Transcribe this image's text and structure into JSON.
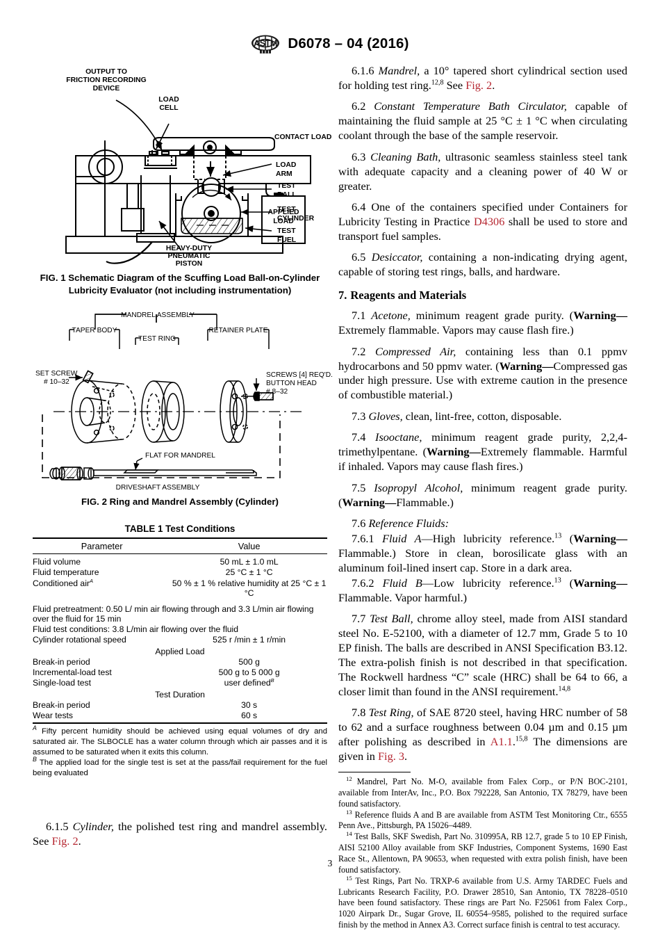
{
  "header": {
    "logo_alt": "ASTM International logo",
    "designation": "D6078 – 04 (2016)"
  },
  "page_number": "3",
  "figure1": {
    "caption_line1": "FIG. 1 Schematic Diagram of the Scuffing Load Ball-on-Cylinder",
    "caption_line2": "Lubricity Evaluator (not including instrumentation)",
    "labels": {
      "output": "OUTPUT TO\nFRICTION RECORDING\nDEVICE",
      "output_l1": "OUTPUT TO",
      "output_l2": "FRICTION RECORDING",
      "output_l3": "DEVICE",
      "load_cell_l1": "LOAD",
      "load_cell_l2": "CELL",
      "contact_load": "CONTACT LOAD",
      "load_arm_l1": "LOAD",
      "load_arm_l2": "ARM",
      "test_ball_l1": "TEST",
      "test_ball_l2": "BALL",
      "test_cylinder_l1": "TEST",
      "test_cylinder_l2": "CYLINDER",
      "applied_load_l1": "APPLIED",
      "applied_load_l2": "LOAD",
      "test_fuel_l1": "TEST",
      "test_fuel_l2": "FUEL",
      "piston_l1": "HEAVY-DUTY",
      "piston_l2": "PNEUMATIC",
      "piston_l3": "PISTON"
    }
  },
  "figure2": {
    "caption": "FIG. 2 Ring and Mandrel Assembly (Cylinder)",
    "labels": {
      "mandrel_assembly": "MANDREL ASSEMBLY",
      "taper_body": "TAPER BODY",
      "test_ring": "TEST RING",
      "retainer_plate": "RETAINER PLATE",
      "set_screw_l1": "SET SCREW",
      "set_screw_l2": "# 10–32",
      "screws_l1": "SCREWS [4] REQ'D.",
      "screws_l2": "BUTTON HEAD",
      "screws_l3": "# 8–32",
      "flat_for_mandrel": "FLAT FOR MANDREL",
      "driveshaft_assembly": "DRIVESHAFT ASSEMBLY"
    }
  },
  "table1": {
    "title": "TABLE 1 Test Conditions",
    "columns": [
      "Parameter",
      "Value"
    ],
    "rows": [
      {
        "kind": "pair",
        "parameter": "Fluid volume",
        "value": "50 mL ± 1.0 mL"
      },
      {
        "kind": "pair",
        "parameter": "Fluid temperature",
        "value": "25 °C ± 1 °C"
      },
      {
        "kind": "pair",
        "parameter": "Conditioned air",
        "parameter_note": "A",
        "value": "50 % ± 1 % relative humidity at 25 °C ± 1 °C"
      },
      {
        "kind": "full",
        "text": "Fluid pretreatment: 0.50 L/ min air flowing through and 3.3 L/min air flowing over the fluid for 15 min"
      },
      {
        "kind": "full",
        "text": "Fluid test conditions: 3.8 L/min air flowing over the fluid"
      },
      {
        "kind": "pair",
        "parameter": "Cylinder rotational speed",
        "value": "525 r /min ± 1 r/min"
      },
      {
        "kind": "subhead",
        "text": "Applied Load"
      },
      {
        "kind": "pair",
        "parameter": "Break-in period",
        "value": "500 g"
      },
      {
        "kind": "pair",
        "parameter": "Incremental-load test",
        "value": "500 g to 5 000 g"
      },
      {
        "kind": "pair",
        "parameter": "Single-load test",
        "value": "user defined",
        "value_note": "B"
      },
      {
        "kind": "subhead",
        "text": "Test Duration"
      },
      {
        "kind": "pair",
        "parameter": "Break-in period",
        "value": "30 s"
      },
      {
        "kind": "pair",
        "parameter": "Wear tests",
        "value": "60 s"
      }
    ],
    "notes": [
      {
        "marker": "A",
        "text": "Fifty percent humidity should be achieved using equal volumes of dry and saturated air. The SLBOCLE has a water column through which air passes and it is assumed to be saturated when it exits this column."
      },
      {
        "marker": "B",
        "text": "The applied load for the single test is set at the pass/fail requirement for the fuel being evaluated"
      }
    ]
  },
  "left_column": {
    "para_6_1_5": {
      "num": "6.1.5",
      "term": "Cylinder,",
      "text_a": " the polished test ring and mandrel assembly. See ",
      "link": "Fig. 2",
      "text_b": "."
    }
  },
  "right_column": {
    "para_6_1_6": {
      "num": "6.1.6",
      "term": "Mandrel,",
      "text_a": " a 10° tapered short cylindrical section used for holding test ring.",
      "sup": "12,8",
      "text_b": " See ",
      "link": "Fig. 2",
      "text_c": "."
    },
    "para_6_2": {
      "num": "6.2",
      "term": "Constant Temperature Bath Circulator,",
      "text": " capable of maintaining the fluid sample at 25 °C ± 1 °C when circulating coolant through the base of the sample reservoir."
    },
    "para_6_3": {
      "num": "6.3",
      "term": "Cleaning Bath,",
      "text": " ultrasonic seamless stainless steel tank with adequate capacity and a cleaning power of 40 W or greater."
    },
    "para_6_4": {
      "num": "6.4",
      "text_a": " One of the containers specified under Containers for Lubricity Testing in Practice ",
      "link": "D4306",
      "text_b": " shall be used to store and transport fuel samples."
    },
    "para_6_5": {
      "num": "6.5",
      "term": "Desiccator,",
      "text": " containing a non-indicating drying agent, capable of storing test rings, balls, and hardware."
    },
    "heading_7": {
      "num": "7.",
      "text": "Reagents and Materials"
    },
    "para_7_1": {
      "num": "7.1",
      "term": "Acetone,",
      "text_a": " minimum reagent grade purity. (",
      "warning": "Warning—",
      "text_b": "Extremely flammable. Vapors may cause flash fire.)"
    },
    "para_7_2": {
      "num": "7.2",
      "term": "Compressed Air,",
      "text_a": " containing less than 0.1 ppmv hydrocarbons and 50 ppmv water. (",
      "warning": "Warning—",
      "text_b": "Compressed gas under high pressure. Use with extreme caution in the presence of combustible material.)"
    },
    "para_7_3": {
      "num": "7.3",
      "term": "Gloves,",
      "text": " clean, lint-free, cotton, disposable."
    },
    "para_7_4": {
      "num": "7.4",
      "term": "Isooctane,",
      "text_a": " minimum reagent grade purity, 2,2,4-trimethylpentane. (",
      "warning": "Warning—",
      "text_b": "Extremely flammable. Harmful if inhaled. Vapors may cause flash fires.)"
    },
    "para_7_5": {
      "num": "7.5",
      "term": "Isopropyl Alcohol,",
      "text_a": " minimum reagent grade purity. (",
      "warning": "Warning—",
      "text_b": "Flammable.)"
    },
    "para_7_6": {
      "num": "7.6",
      "term": "Reference Fluids:"
    },
    "para_7_6_1": {
      "num": "7.6.1",
      "term": "Fluid A",
      "text_a": "—High lubricity reference.",
      "sup": "13",
      "text_b": " (",
      "warning": "Warning—",
      "text_c": "Flammable.) Store in clean, borosilicate glass with an aluminum foil-lined insert cap. Store in a dark area."
    },
    "para_7_6_2": {
      "num": "7.6.2",
      "term": "Fluid B",
      "text_a": "—Low lubricity reference.",
      "sup": "13",
      "text_b": " (",
      "warning": "Warning—",
      "text_c": "Flammable. Vapor harmful.)"
    },
    "para_7_7": {
      "num": "7.7",
      "term": "Test Ball,",
      "text_a": " chrome alloy steel, made from AISI standard steel No. E-52100, with a diameter of 12.7 mm, Grade 5 to 10 EP finish. The balls are described in ANSI Specification B3.12. The extra-polish finish is not described in that specification. The Rockwell hardness “C” scale (HRC) shall be 64 to 66, a closer limit than found in the ANSI requirement.",
      "sup": "14,8"
    },
    "para_7_8": {
      "num": "7.8",
      "term": "Test Ring,",
      "text_a": " of SAE 8720 steel, having HRC number of 58 to 62 and a surface roughness between 0.04 µm and 0.15 µm after polishing as described in ",
      "link1": "A1.1",
      "text_b": ".",
      "sup": "15,8",
      "text_c": " The dimensions are given in ",
      "link2": "Fig. 3",
      "text_d": "."
    },
    "footnotes": [
      {
        "marker": "12",
        "text": " Mandrel, Part No. M-O, available from Falex Corp., or P/N BOC-2101, available from InterAv, Inc., P.O. Box 792228, San Antonio, TX 78279, have been found satisfactory."
      },
      {
        "marker": "13",
        "text": " Reference fluids A and B are available from ASTM Test Monitoring Ctr., 6555 Penn Ave., Pittsburgh, PA 15026–4489."
      },
      {
        "marker": "14",
        "text": " Test Balls, SKF Swedish, Part No. 310995A, RB 12.7, grade 5 to 10 EP Finish, AISI 52100 Alloy available from SKF Industries, Component Systems, 1690 East Race St., Allentown, PA 90653, when requested with extra polish finish, have been found satisfactory."
      },
      {
        "marker": "15",
        "text": " Test Rings, Part No. TRXP-6 available from U.S. Army TARDEC Fuels and Lubricants Research Facility, P.O. Drawer 28510, San Antonio, TX 78228–0510 have been found satisfactory. These rings are Part No. F25061 from Falex Corp., 1020 Airpark Dr., Sugar Grove, IL 60554–9585, polished to the required surface finish by the method in Annex A3. Correct surface finish is central to test accuracy."
      }
    ]
  },
  "colors": {
    "link_red": "#b5252f",
    "text_black": "#000000",
    "page_background": "#ffffff"
  }
}
